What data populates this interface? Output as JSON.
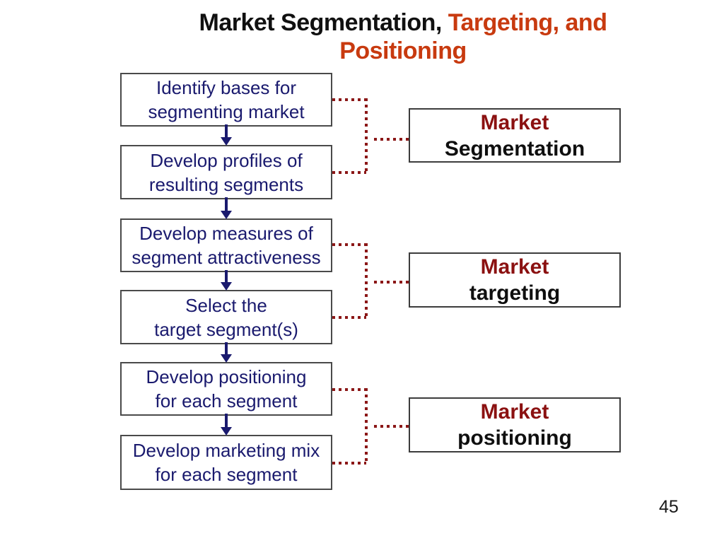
{
  "slide": {
    "title": {
      "black_part": "Market Segmentation,",
      "accent_line1": "Targeting, and",
      "accent_line2": "Positioning"
    },
    "flow_steps": [
      {
        "line1": "Identify bases for",
        "line2": "segmenting market"
      },
      {
        "line1": "Develop profiles of",
        "line2": "resulting segments"
      },
      {
        "line1": "Develop measures of",
        "line2": "segment attractiveness"
      },
      {
        "line1": "Select the",
        "line2": "target segment(s)"
      },
      {
        "line1": "Develop positioning",
        "line2": "for each segment"
      },
      {
        "line1": "Develop marketing mix",
        "line2": "for each segment"
      }
    ],
    "stage_labels": [
      {
        "line1": "Market",
        "line2": "Segmentation"
      },
      {
        "line1": "Market",
        "line2": "targeting"
      },
      {
        "line1": "Market",
        "line2": "positioning"
      }
    ],
    "page_number": "45",
    "colors": {
      "title_accent": "#c83a0f",
      "flow_text": "#1a1a6e",
      "stage_accent": "#8b1111",
      "connector_dots": "#8b1717",
      "box_border": "#4a4a4a"
    }
  }
}
